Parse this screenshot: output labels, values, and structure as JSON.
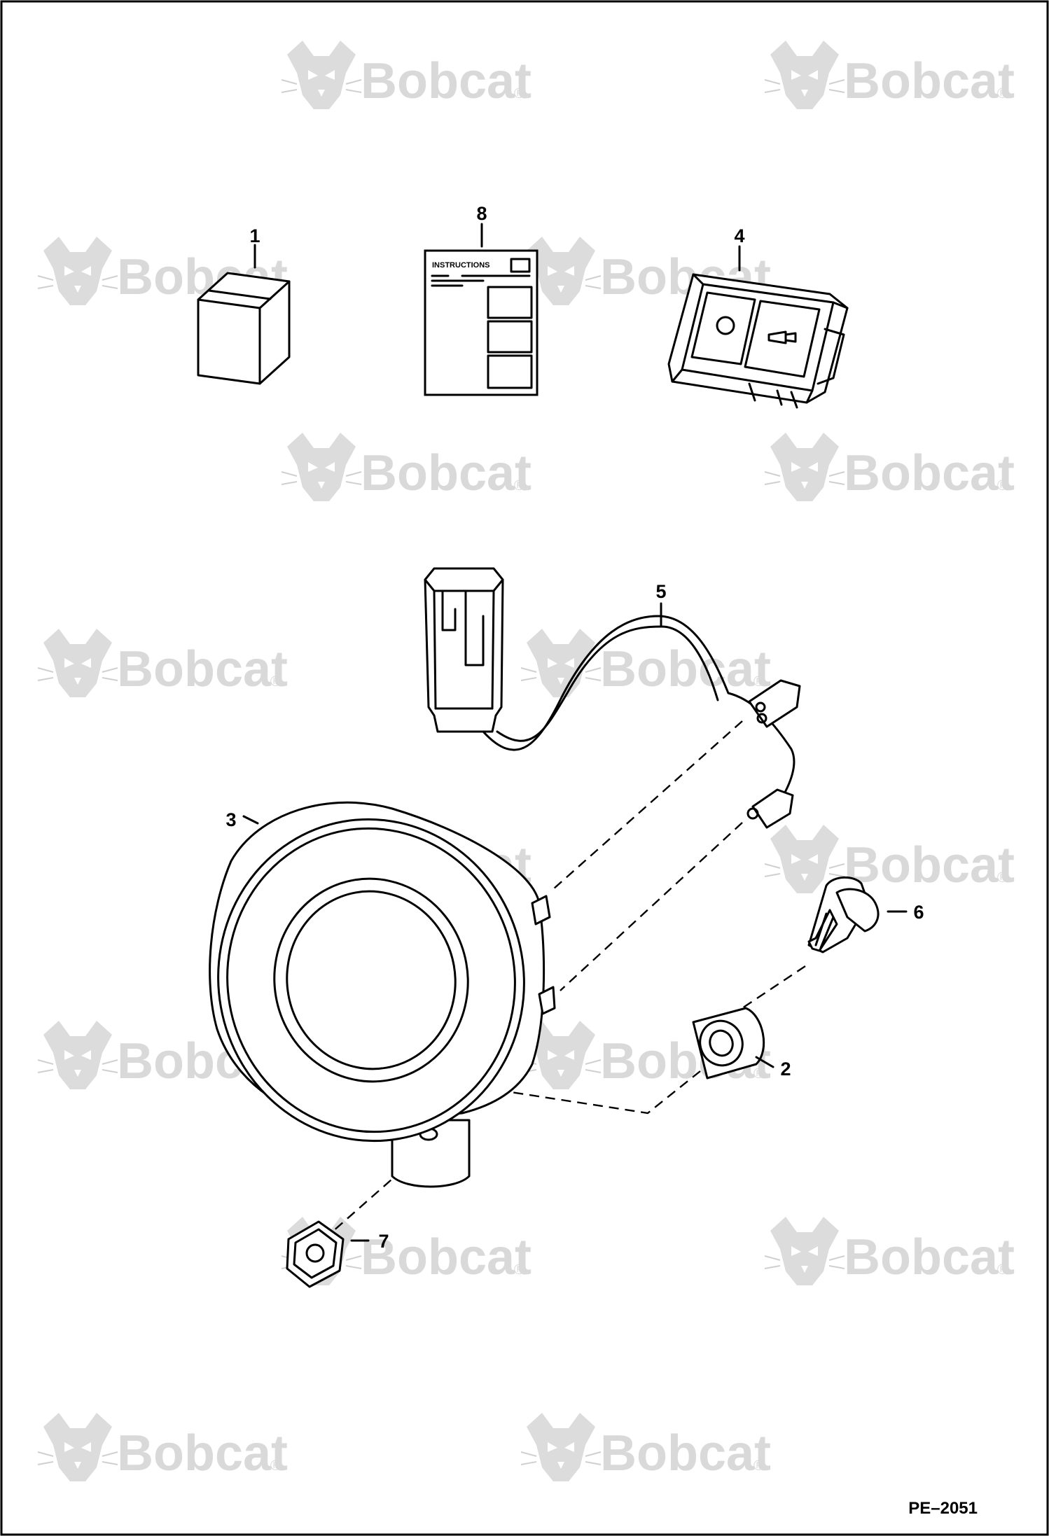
{
  "watermark": {
    "brand": "Bobcat",
    "registered_mark": "®"
  },
  "document": {
    "title": "INSTRUCTIONS"
  },
  "callouts": {
    "c1": "1",
    "c2": "2",
    "c3": "3",
    "c4": "4",
    "c5": "5",
    "c6": "6",
    "c7": "7",
    "c8": "8"
  },
  "reference_code": "PE–2051",
  "icons": [
    "bobcat-logo-icon",
    "horn-icon"
  ]
}
